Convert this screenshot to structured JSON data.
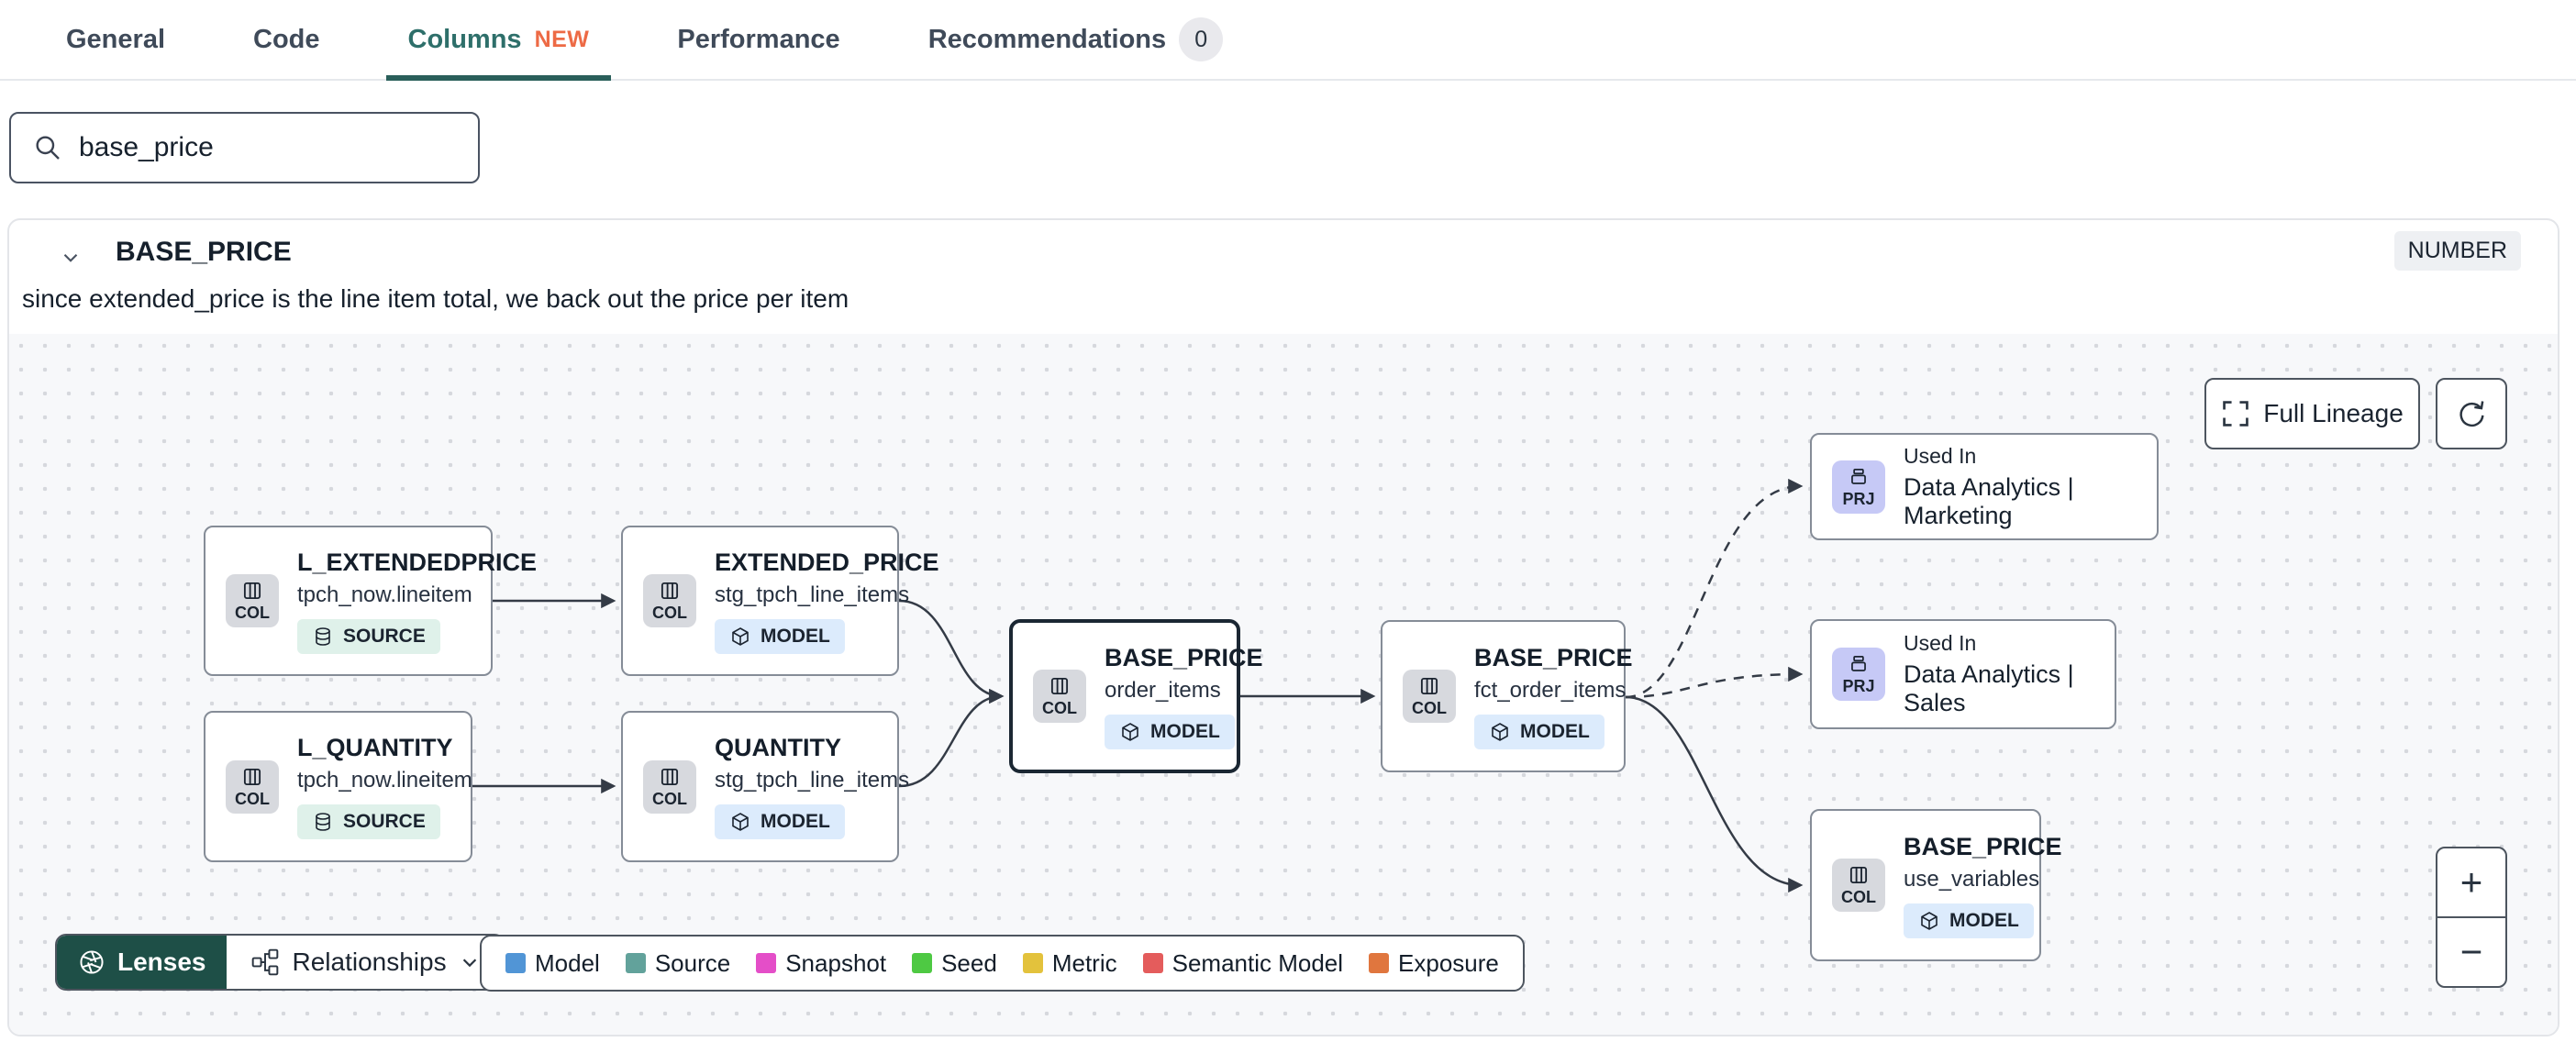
{
  "tabs": {
    "items": [
      {
        "label": "General"
      },
      {
        "label": "Code"
      },
      {
        "label": "Columns",
        "badge": "NEW",
        "active": true
      },
      {
        "label": "Performance"
      },
      {
        "label": "Recommendations",
        "count": "0"
      }
    ]
  },
  "search": {
    "value": "base_price"
  },
  "column_panel": {
    "name": "BASE_PRICE",
    "type": "NUMBER",
    "description": "since extended_price is the line item total, we back out the price per item"
  },
  "lineage": {
    "nodes": [
      {
        "title": "L_EXTENDEDPRICE",
        "subtitle": "tpch_now.lineitem",
        "chip": "COL",
        "badge": "SOURCE"
      },
      {
        "title": "EXTENDED_PRICE",
        "subtitle": "stg_tpch_line_items",
        "chip": "COL",
        "badge": "MODEL"
      },
      {
        "title": "L_QUANTITY",
        "subtitle": "tpch_now.lineitem",
        "chip": "COL",
        "badge": "SOURCE"
      },
      {
        "title": "QUANTITY",
        "subtitle": "stg_tpch_line_items",
        "chip": "COL",
        "badge": "MODEL"
      },
      {
        "title": "BASE_PRICE",
        "subtitle": "order_items",
        "chip": "COL",
        "badge": "MODEL",
        "selected": true
      },
      {
        "title": "BASE_PRICE",
        "subtitle": "fct_order_items",
        "chip": "COL",
        "badge": "MODEL"
      },
      {
        "used_in": "Used In",
        "name": "Data Analytics | Marketing",
        "chip": "PRJ"
      },
      {
        "used_in": "Used In",
        "name": "Data Analytics | Sales",
        "chip": "PRJ"
      },
      {
        "title": "BASE_PRICE",
        "subtitle": "use_variables",
        "chip": "COL",
        "badge": "MODEL"
      }
    ],
    "controls": {
      "full_lineage": "Full Lineage",
      "lenses": "Lenses",
      "relationships": "Relationships",
      "zoom_in": "+",
      "zoom_out": "−"
    },
    "legend": {
      "items": [
        {
          "label": "Model",
          "color": "#5195d6"
        },
        {
          "label": "Source",
          "color": "#62a29b"
        },
        {
          "label": "Snapshot",
          "color": "#e44ec8"
        },
        {
          "label": "Seed",
          "color": "#4ec943"
        },
        {
          "label": "Metric",
          "color": "#e3c23c"
        },
        {
          "label": "Semantic Model",
          "color": "#e45c5c"
        },
        {
          "label": "Exposure",
          "color": "#e0763e"
        }
      ]
    }
  },
  "colors": {
    "accent_teal": "#2e6f6a",
    "new_badge": "#ed6a45",
    "edge": "#343b46"
  }
}
